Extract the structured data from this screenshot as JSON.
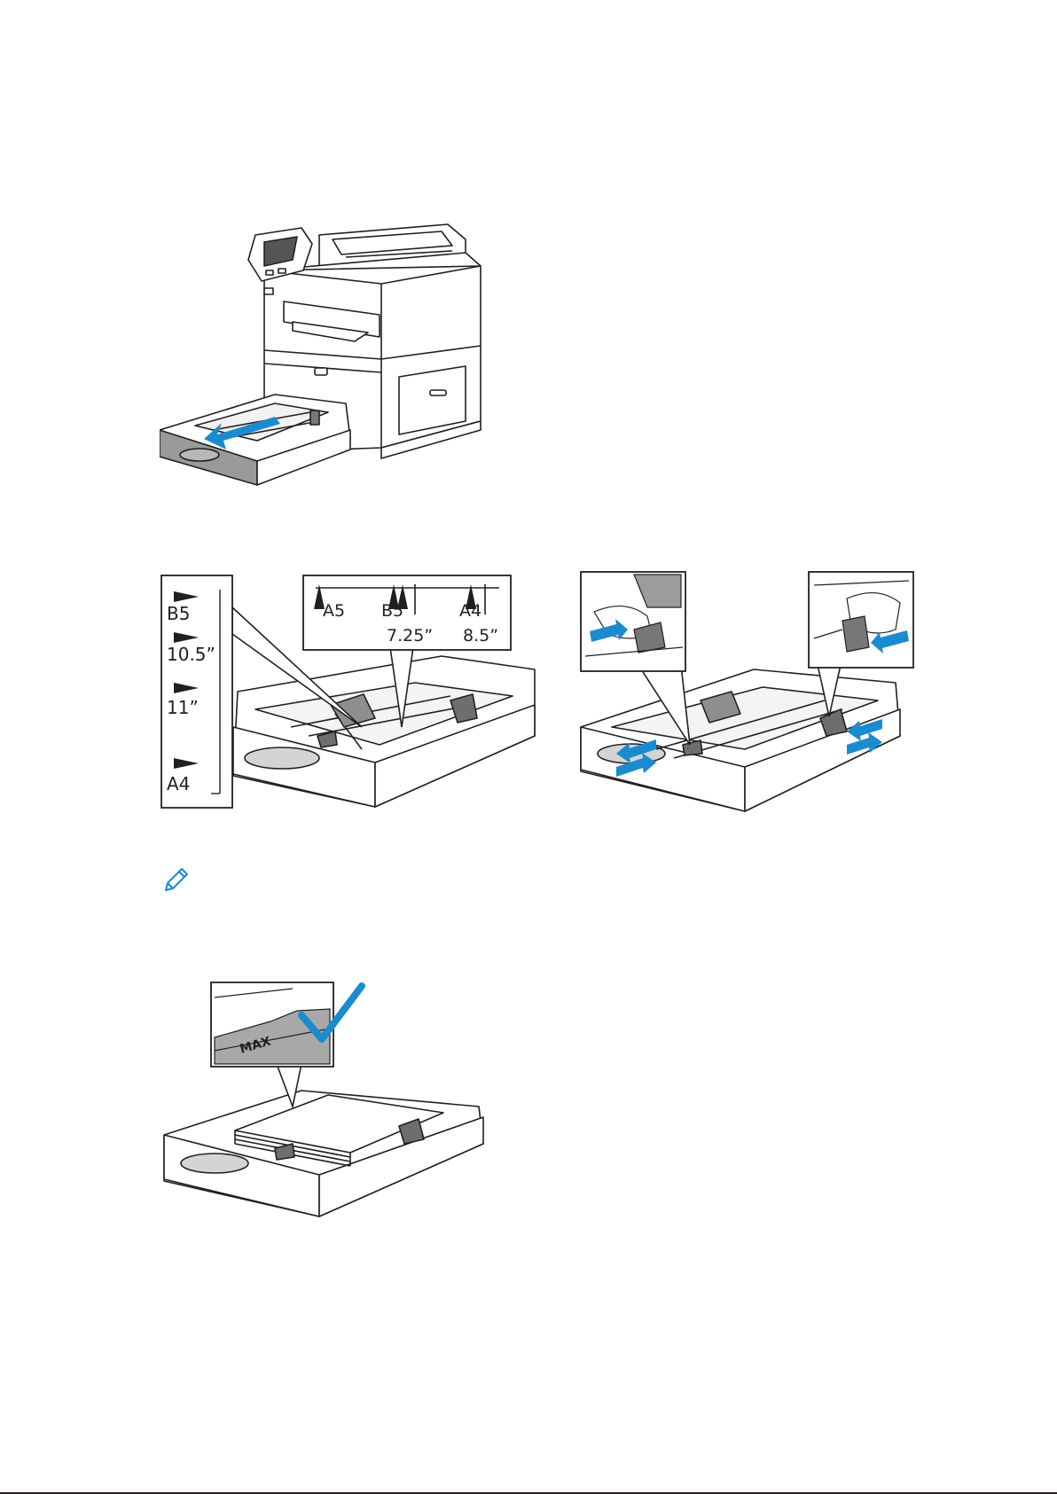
{
  "icons": {
    "note": "pencil-note-icon",
    "pull_arrow": "pull-arrow-icon",
    "check": "checkmark-icon",
    "accent_color": "#1b8bd0"
  },
  "length_scale": {
    "labels": [
      "B5",
      "10.5”",
      "11”",
      "A4"
    ]
  },
  "width_scale": {
    "labels": [
      "A5",
      "B5",
      "A4",
      "7.25”",
      "8.5”"
    ]
  },
  "max_label": "MAX"
}
